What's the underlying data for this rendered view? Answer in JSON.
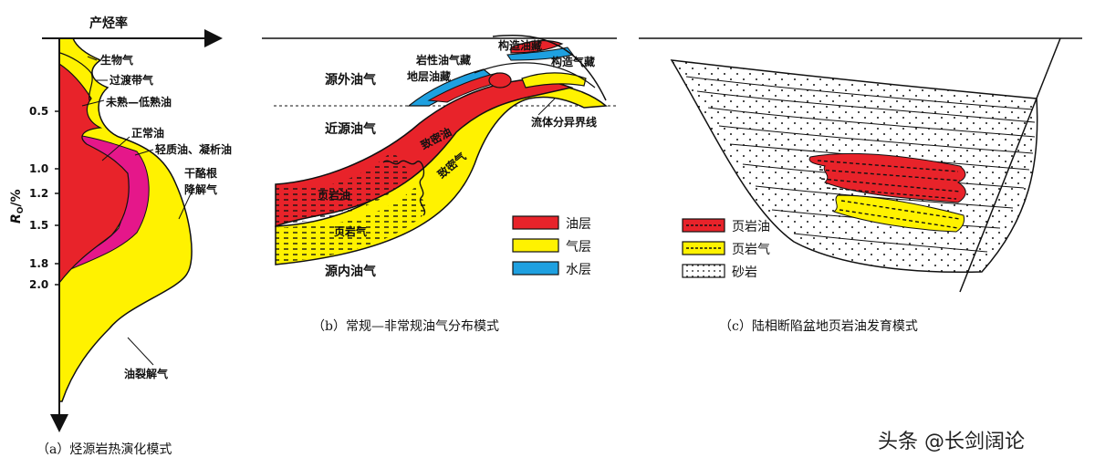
{
  "colors": {
    "oil": "#e8232a",
    "gas": "#fff200",
    "water": "#1ea0e0",
    "condensate": "#e5178a",
    "outline": "#111111"
  },
  "panel_a": {
    "axis_x_label": "产烃率",
    "axis_y_label": "R",
    "axis_y_subscript": "O",
    "axis_y_unit": "/%",
    "ticks": [
      "0.5",
      "1.0",
      "1.2",
      "1.5",
      "1.8",
      "2.0"
    ],
    "labels": {
      "biogas": "生物气",
      "transition_gas": "过渡带气",
      "immature_oil": "未熟—低熟油",
      "normal_oil": "正常油",
      "light_oil": "轻质油、凝析油",
      "kerogen_gas_1": "干酪根",
      "kerogen_gas_2": "降解气",
      "oil_cracking_gas": "油裂解气"
    },
    "caption": "（a）烃源岩热演化模式"
  },
  "panel_b": {
    "labels": {
      "outside_source": "源外油气",
      "near_source": "近源油气",
      "inside_source": "源内油气",
      "structural_oil": "构造油藏",
      "lithologic_oil": "岩性油气藏",
      "stratigraphic_oil": "地层油藏",
      "structural_gas": "构造气藏",
      "fluid_boundary": "流体分异界线",
      "tight_oil": "致密油",
      "tight_gas": "致密气",
      "shale_oil": "页岩油",
      "shale_gas": "页岩气"
    },
    "legend": [
      {
        "label": "油层",
        "key": "oil"
      },
      {
        "label": "气层",
        "key": "gas"
      },
      {
        "label": "水层",
        "key": "water"
      }
    ],
    "caption": "（b）常规—非常规油气分布模式"
  },
  "panel_c": {
    "legend": [
      {
        "label": "页岩油",
        "key": "oil"
      },
      {
        "label": "页岩气",
        "key": "gas"
      },
      {
        "label": "砂岩",
        "key": "sand"
      }
    ],
    "caption": "（c）陆相断陷盆地页岩油发育模式"
  },
  "watermark": "头条 @长剑阔论"
}
